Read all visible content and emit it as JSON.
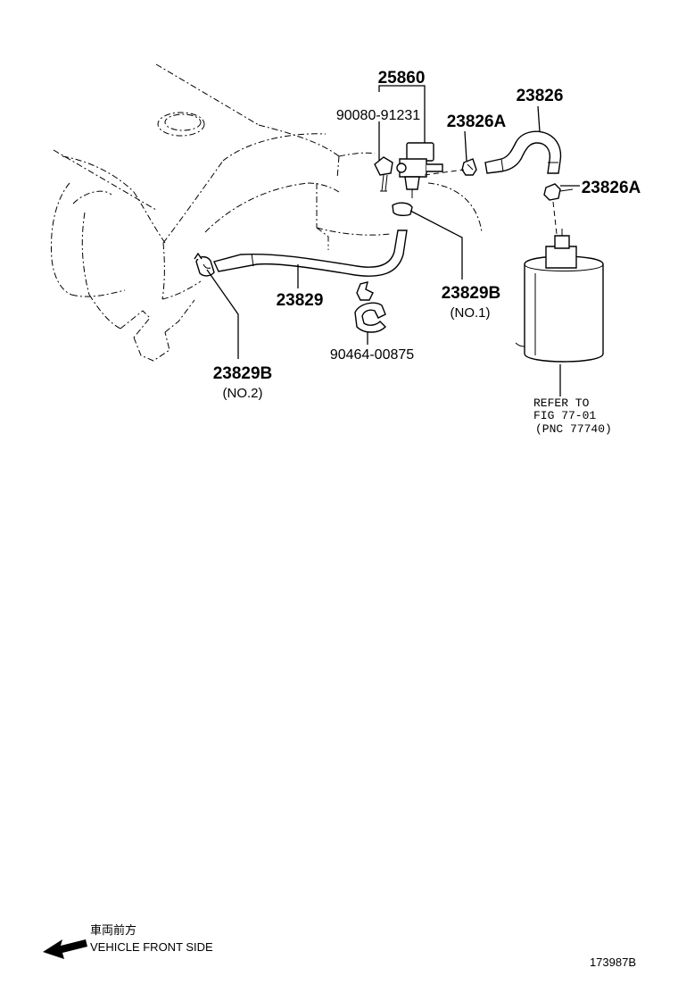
{
  "labels": {
    "p25860": "25860",
    "p90080": "90080-91231",
    "p23826a_top": "23826A",
    "p23826": "23826",
    "p23826a_right": "23826A",
    "p23829": "23829",
    "p23829b_right": "23829B",
    "p23829b_right_sub": "(NO.1)",
    "p90464": "90464-00875",
    "p23829b_left": "23829B",
    "p23829b_left_sub": "(NO.2)"
  },
  "reference": {
    "line1": "REFER TO",
    "line2": "FIG 77-01",
    "line3": "(PNC 77740)"
  },
  "orientation": {
    "japanese": "車両前方",
    "english": "VEHICLE FRONT SIDE"
  },
  "figure_id": "173987B"
}
